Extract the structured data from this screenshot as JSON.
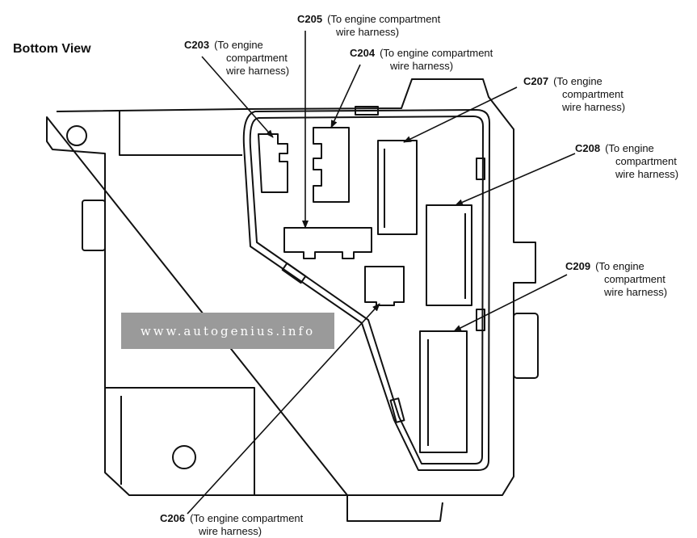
{
  "view_title": "Bottom View",
  "watermark": "www.autogenius.info",
  "connectors": [
    {
      "code": "C203",
      "line1": "(To engine",
      "line2": "compartment",
      "line3": "wire harness)"
    },
    {
      "code": "C205",
      "line1": "(To engine compartment",
      "line2": "wire harness)"
    },
    {
      "code": "C204",
      "line1": "(To engine compartment",
      "line2": "wire harness)"
    },
    {
      "code": "C207",
      "line1": "(To engine",
      "line2": "compartment",
      "line3": "wire harness)"
    },
    {
      "code": "C208",
      "line1": "(To engine",
      "line2": "compartment",
      "line3": "wire harness)"
    },
    {
      "code": "C209",
      "line1": "(To engine",
      "line2": "compartment",
      "line3": "wire harness)"
    },
    {
      "code": "C206",
      "line1": "(To engine compartment",
      "line2": "wire harness)"
    }
  ]
}
